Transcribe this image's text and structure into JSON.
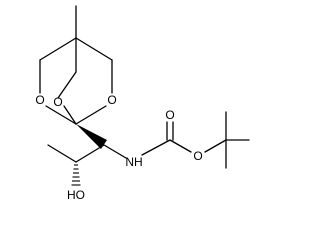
{
  "molecule": {
    "atom_labels": {
      "ring_o_left": "O",
      "ring_o_center": "O",
      "ring_o_right": "O",
      "carbonyl_o": "O",
      "ester_o": "O",
      "amide_n": "NH",
      "hydroxyl": "HO"
    },
    "bond_color": "#000000",
    "background": "#ffffff"
  }
}
